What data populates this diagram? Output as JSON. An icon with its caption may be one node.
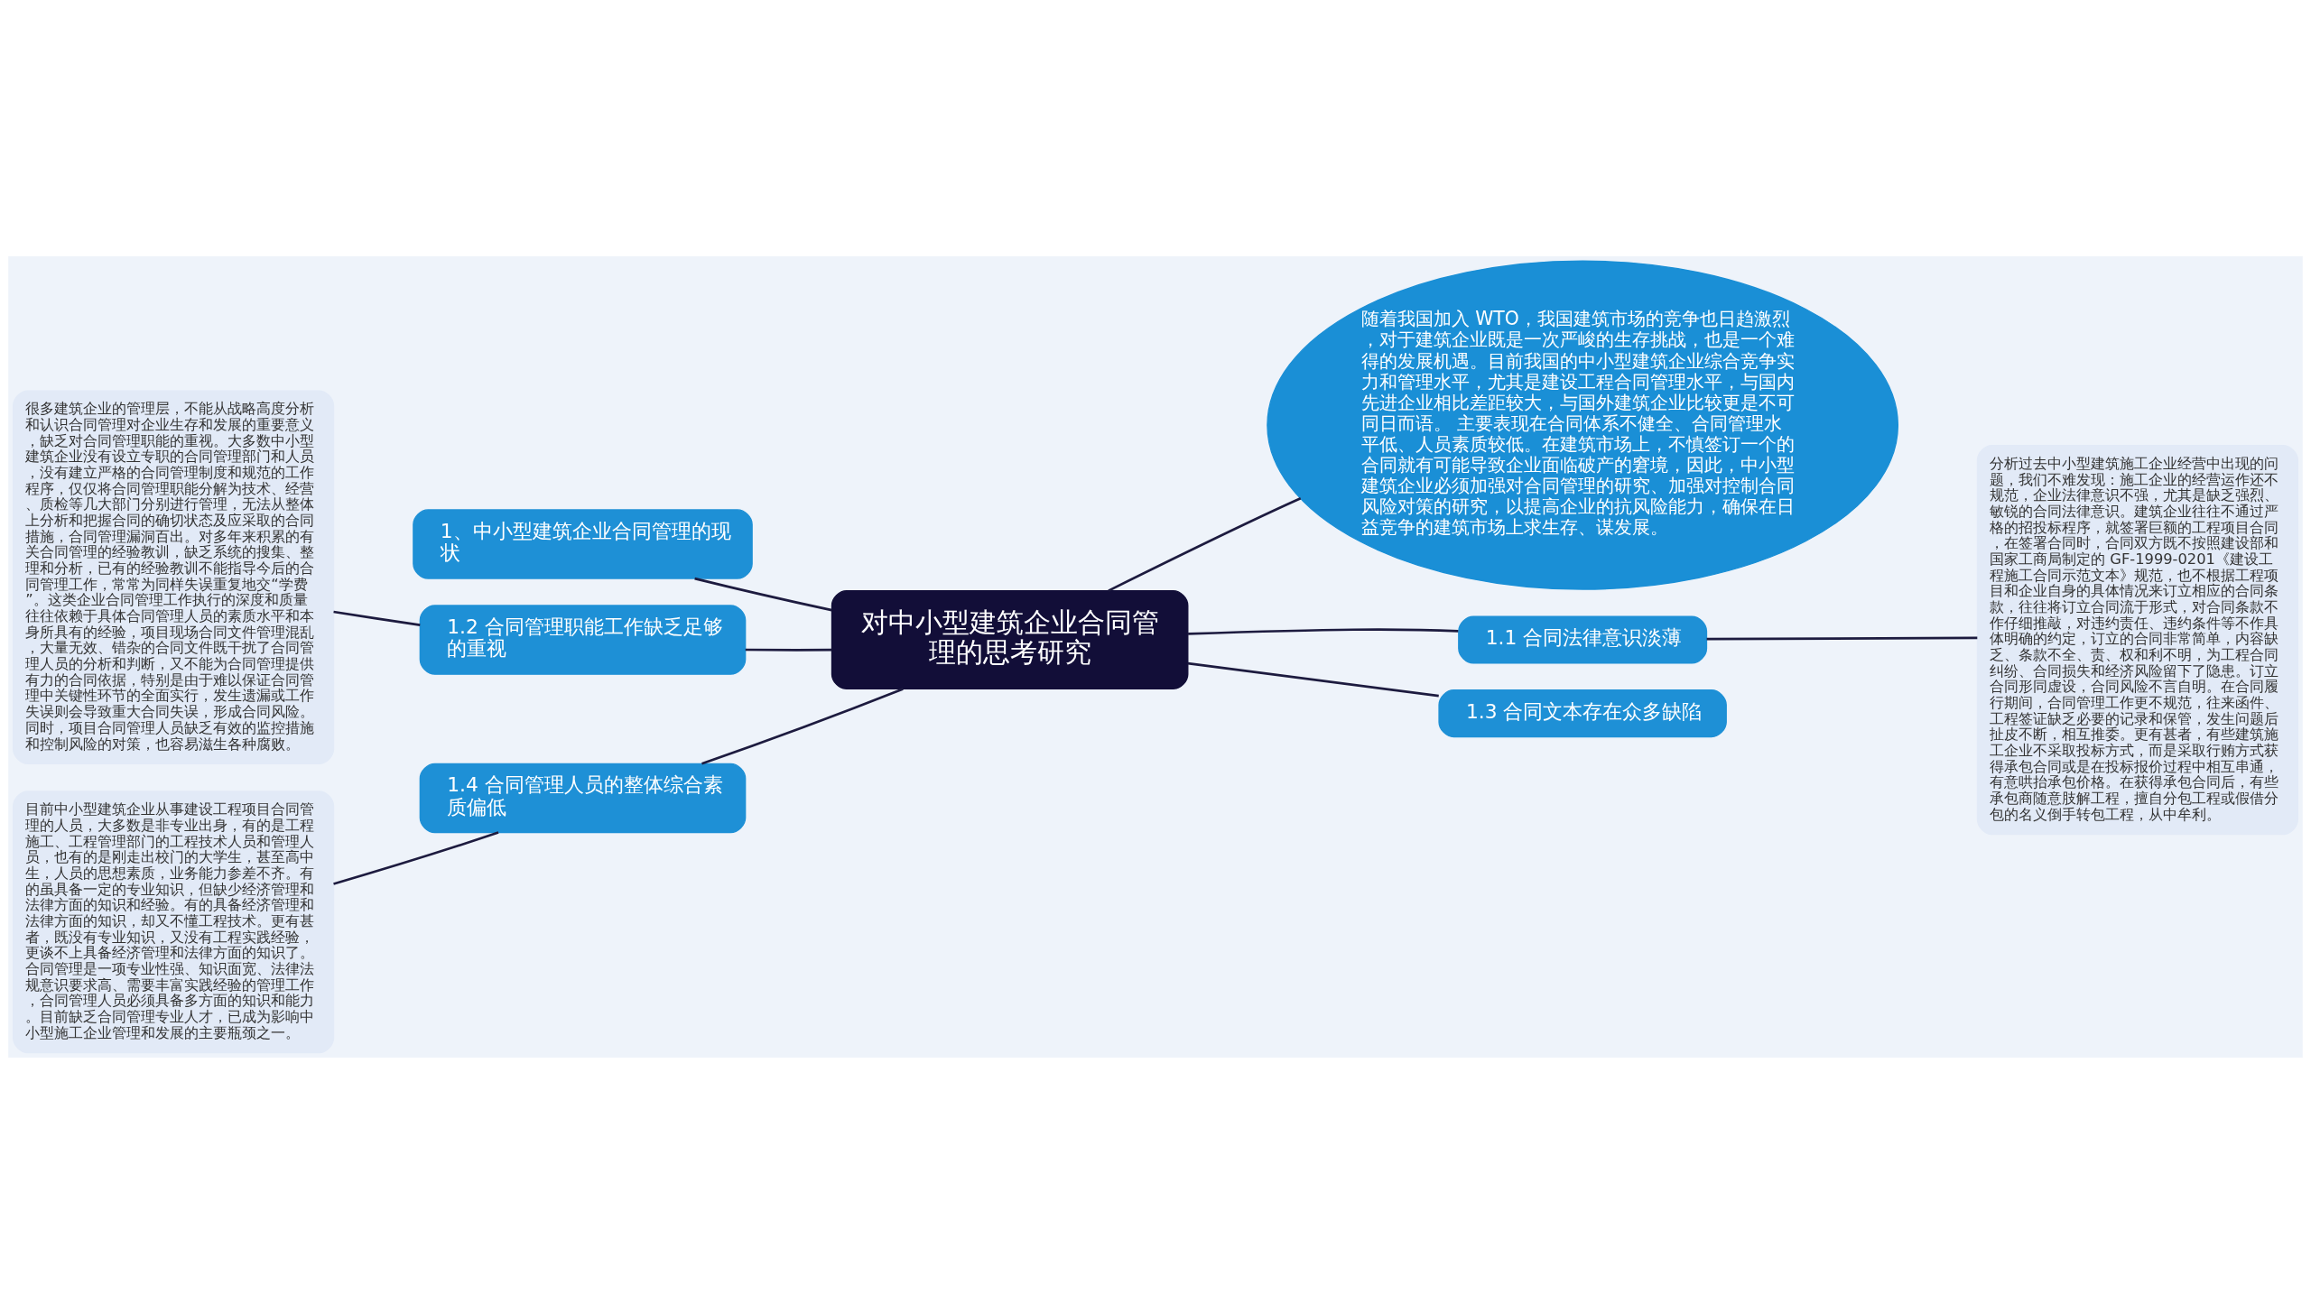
{
  "diagram": {
    "nodes": [
      {
        "text": [
          "对中小型建筑企业合同管理的思考研究"
        ]
      },
      {
        "text": [
          "1、中小型建筑企业合同管理的现状"
        ]
      },
      {
        "text": [
          "1.2 合同管理职能工作缺乏足够的重视"
        ]
      },
      {
        "text": [
          "很多建筑企业的管理层，不能从战略高度分析和认识合同管理对企业生存和发展的重要意义，缺乏对合同管理职能的重视。大多数中小型建筑企业没有设立专职的合同管理部门和人员，没有建立严格的合同管理制度和规范的工作程序，仅仅将合同管理职能分解为技术、经营、质检等几大部门分别进行管理，无法从整体上分析和把握合同的确切状态及应采取的合同措施，合同管理漏洞百出。对多年来积累的有关合同管理的经验教训，缺乏系统的搜集、整理和分析，已有的经验教训不能指导今后的合同管理工作，常常为同样失误重复地交“学费”。这类企业合同管理工作执行的深度和质量往往依赖于具体合同管理人员的素质水平和本身所具有的经验，项目现场合同文件管理混乱，大量无效、错杂的合同文件既干扰了合同管理人员的分析和判断，又不能为合同管理提供有力的合同依据，特别是由于难以保证合同管理中关键性环节的全面实行，发生遗漏或工作失误则会导致重大合同失误，形成合同风险。同时，项目合同管理人员缺乏有效的监控措施和控制风险的对策，也容易滋生各种腐败。"
        ]
      },
      {
        "text": [
          "1.4 合同管理人员的整体综合素质偏低"
        ]
      },
      {
        "text": [
          "目前中小型建筑企业从事建设工程项目合同管理的人员，大多数是非专业出身，有的是工程施工、工程管理部门的工程技术人员和管理人员，也有的是刚走出校门的大学生，甚至高中生，人员的思想素质，业务能力参差不齐。有的虽具备一定的专业知识，但缺少经济管理和法律方面的知识和经验。有的具备经济管理和法律方面的知识，却又不懂工程技术。更有甚者，既没有专业知识，又没有工程实践经验，更谈不上具备经济管理和法律方面的知识了。合同管理是一项专业性强、知识面宽、法律法规意识要求高、需要丰富实践经验的管理工作，合同管理人员必须具备多方面的知识和能力。目前缺乏合同管理专业人才，已成为影响中小型施工企业管理和发展的主要瓶颈之一。"
        ]
      },
      {
        "text": [
          "随着我国加入 WTO，我国建筑市场的竞争也日趋激烈，对于建筑企业既是一次严峻的生存挑战，也是一个难得的发展机遇。目前我国的中小型建筑企业综合竞争实力和管理水平，尤其是建设工程合同管理水平，与国内先进企业相比差距较大，与国外建筑企业比较更是不可同日而语。 主要表现在合同体系不健全、合同管理水平低、人员素质较低。在建筑市场上，不慎签订一个的合同就有可能导致企业面临破产的窘境，因此，中小型建筑企业必须加强对合同管理的研究、加强对控制合同风险对策的研究，以提高企业的抗风险能力，确保在日益竞争的建筑市场上求生存、谋发展。"
        ]
      },
      {
        "text": [
          "1.1 合同法律意识淡薄"
        ]
      },
      {
        "text": [
          "分析过去中小型建筑施工企业经营中出现的问题，我们不难发现：施工企业的经营运作还不规范，企业法律意识不强，尤其是缺乏强烈、敏锐的合同法律意识。建筑企业往往不通过严格的招投标程序，就签署巨额的工程项目合同，在签署合同时，合同双方既不按照建设部和国家工商局制定的 GF-1999-0201《建设工程施工合同示范文本》规范，也不根据工程项目和企业自身的具体情况来订立相应的合同条款，往往将订立合同流于形式，对合同条款不作仔细推敲，对违约责任、违约条件等不作具体明确的约定，订立的合同非常简单，内容缺乏、条款不全、责、权和利不明，为工程合同纠纷、合同损失和经济风险留下了隐患。订立合同形同虚设，合同风险不言自明。在合同履行期间，合同管理工作更不规范，往来函件、工程签证缺乏必要的记录和保管，发生问题后扯皮不断，相互推委。更有甚者，有些建筑施工企业不采取投标方式，而是采取行贿方式获得承包合同或是在投标报价过程中相互串通，有意哄抬承包价格。在获得承包合同后，有些承包商随意肢解工程，擅自分包工程或假借分包的名义倒手转包工程，从中牟利。"
        ]
      },
      {
        "text": [
          "1.3 合同文本存在众多缺陷"
        ]
      }
    ],
    "edges": [
      {
        "from": 0,
        "to": 1,
        "arrow": "none"
      },
      {
        "from": 0,
        "to": 2,
        "arrow": "none"
      },
      {
        "from": 2,
        "to": 3,
        "arrow": "none"
      },
      {
        "from": 0,
        "to": 4,
        "arrow": "none"
      },
      {
        "from": 4,
        "to": 5,
        "arrow": "none"
      },
      {
        "from": 0,
        "to": 6,
        "arrow": "none"
      },
      {
        "from": 0,
        "to": 7,
        "arrow": "none"
      },
      {
        "from": 7,
        "to": 8,
        "arrow": "none"
      },
      {
        "from": 0,
        "to": 9,
        "arrow": "none"
      }
    ]
  }
}
